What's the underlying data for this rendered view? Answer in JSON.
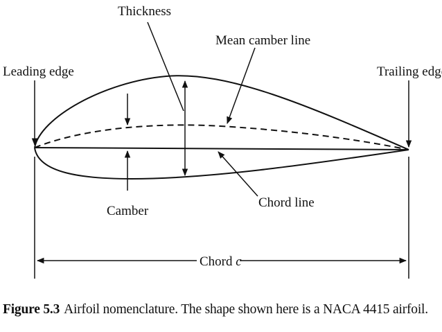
{
  "labels": {
    "thickness": "Thickness",
    "mean_camber_line": "Mean camber line",
    "leading_edge": "Leading edge",
    "trailing_edge": "Trailing edge",
    "camber": "Camber",
    "chord_line": "Chord line",
    "chord_prefix": "Chord ",
    "chord_symbol": "c"
  },
  "caption": {
    "figure_number": "Figure 5.3",
    "text": "Airfoil nomenclature. The shape shown here is a NACA 4415 airfoil."
  },
  "colors": {
    "ink": "#111111",
    "background": "#ffffff"
  }
}
